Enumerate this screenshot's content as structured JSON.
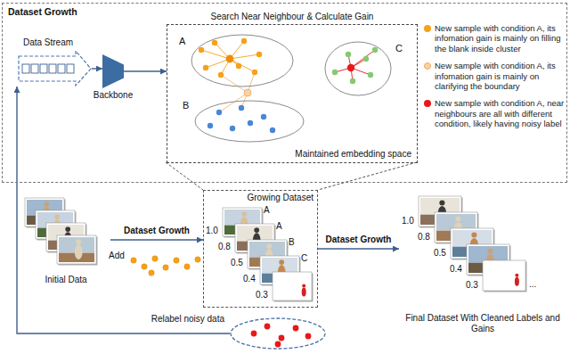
{
  "diagram": {
    "nodes": [
      {
        "text": [
          "Dataset Growth"
        ]
      },
      {
        "text": [
          "Data Stream"
        ],
        "in": 0
      },
      {
        "text": [
          "Backbone"
        ],
        "in": 0
      },
      {
        "text": [
          "Search Near Neighbour & Calculate Gain",
          "Maintained embedding space"
        ],
        "in": 0
      },
      {
        "text": [
          "A"
        ],
        "in": 3
      },
      {
        "text": [
          "B"
        ],
        "in": 3
      },
      {
        "text": [
          "C"
        ],
        "in": 3
      },
      {
        "text": [
          "Initial Data"
        ]
      },
      {
        "text": [
          "Growing Dataset"
        ]
      },
      {
        "text": [
          "Final Dataset With Cleaned Labels and Gains"
        ]
      },
      {
        "text": [
          "Relabel noisy data"
        ]
      }
    ],
    "edges": [
      {
        "from": 1,
        "to": 2,
        "arrow": "to"
      },
      {
        "from": 2,
        "to": 3,
        "arrow": "to"
      },
      {
        "from": 7,
        "to": 8,
        "label": "Dataset Growth",
        "arrow": "to"
      },
      {
        "from": 8,
        "to": 9,
        "label": "Dataset Growth",
        "arrow": "to"
      },
      {
        "from": 10,
        "to": 1,
        "arrow": "to"
      }
    ],
    "labels": [
      "Add",
      "A",
      "A",
      "B",
      "C",
      "1.0",
      "0.8",
      "0.5",
      "0.4",
      "0.3",
      "1.0",
      "0.8",
      "0.5",
      "0.4",
      "0.3",
      "..."
    ],
    "legend": [
      {
        "text": "New sample with condition A, its infomation gain is mainly on filling the blank inside cluster",
        "color": "#f5a11c"
      },
      {
        "text": "New sample with condition A, its infomation gain is mainly on clarifying the boundary",
        "color": "#f9d2a4"
      },
      {
        "text": "New sample with condition A, near neighbours are all with different condition, likely having noisy label",
        "color": "#e8191b"
      }
    ]
  }
}
